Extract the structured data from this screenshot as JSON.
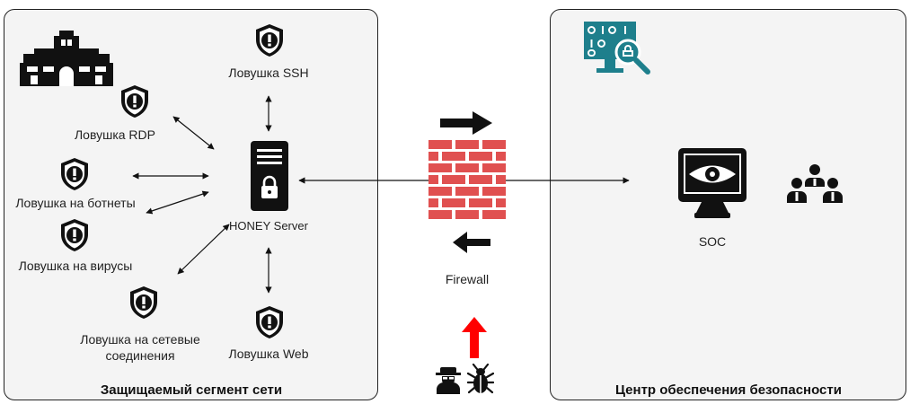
{
  "diagram": {
    "left_zone": {
      "title": "Защищаемый сегмент сети",
      "server_label": "HONEY Server",
      "traps": {
        "ssh": "Ловушка SSH",
        "rdp": "Ловушка RDP",
        "botnets": "Ловушка на ботнеты",
        "viruses": "Ловушка на вирусы",
        "network": "Ловушка на сетевые соединения",
        "web": "Ловушка Web"
      }
    },
    "firewall_label": "Firewall",
    "right_zone": {
      "title": "Центр обеспечения безопасности",
      "soc_label": "SOC"
    },
    "icons": [
      "government-building-icon",
      "shield-alert-icon",
      "server-lock-icon",
      "brick-wall-icon",
      "security-analytics-monitor-icon",
      "eye-monitor-icon",
      "analyst-team-icon",
      "hacker-icon",
      "bug-icon"
    ],
    "colors": {
      "wall": "#e05050",
      "alert_arrow": "#ff0000",
      "teal_icon": "#1e7f8c"
    }
  }
}
